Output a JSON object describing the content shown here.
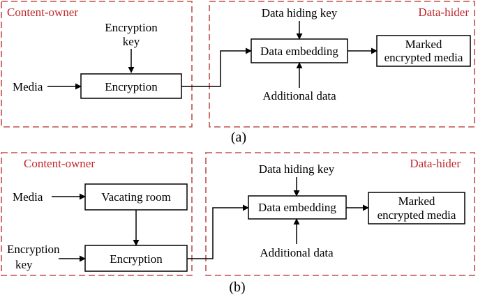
{
  "panel_a": {
    "owner_label": "Content-owner",
    "hider_label": "Data-hider",
    "media": "Media",
    "encryption_key_line1": "Encryption",
    "encryption_key_line2": "key",
    "encryption_box": "Encryption",
    "data_hiding_key": "Data hiding key",
    "data_embedding_box": "Data embedding",
    "additional_data": "Additional data",
    "marked_line1": "Marked",
    "marked_line2": "encrypted media",
    "caption": "(a)"
  },
  "panel_b": {
    "owner_label": "Content-owner",
    "hider_label": "Data-hider",
    "media": "Media",
    "vacating_room_box": "Vacating room",
    "encryption_key_line1": "Encryption",
    "encryption_key_line2": "key",
    "encryption_box": "Encryption",
    "data_hiding_key": "Data hiding key",
    "data_embedding_box": "Data embedding",
    "additional_data": "Additional data",
    "marked_line1": "Marked",
    "marked_line2": "encrypted media",
    "caption": "(b)"
  }
}
